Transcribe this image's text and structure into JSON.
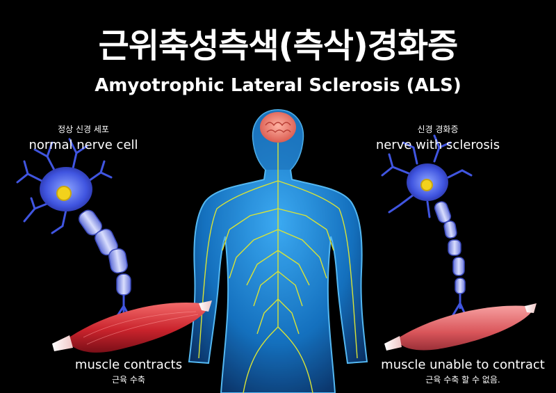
{
  "title": {
    "korean": "근위축성측색(측삭)경화증",
    "english": "Amyotrophic Lateral Sclerosis (ALS)"
  },
  "left_panel": {
    "label_korean": "정상 신경 세포",
    "label_english": "normal nerve cell",
    "caption_english": "muscle contracts",
    "caption_korean": "근육 수축"
  },
  "right_panel": {
    "label_korean": "신경 경화증",
    "label_english": "nerve with sclerosis",
    "caption_english": "muscle unable to contract",
    "caption_korean": "근육 수축 할 수 없음."
  },
  "colors": {
    "background": "#000000",
    "neuron": "#4a63e8",
    "nucleus": "#f2d21c",
    "body_glow": "#1f8fe0",
    "nerves": "#d9e436",
    "muscle": "#d9333a",
    "brain": "#f07a6a"
  }
}
